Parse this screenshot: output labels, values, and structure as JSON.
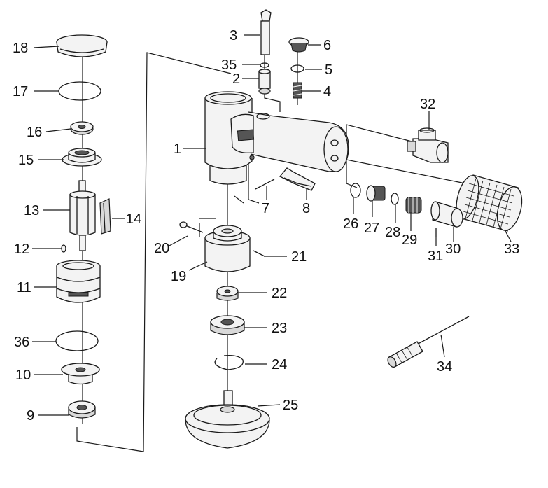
{
  "parts": {
    "p1": "1",
    "p2": "2",
    "p3": "3",
    "p4": "4",
    "p5": "5",
    "p6": "6",
    "p7": "7",
    "p8": "8",
    "p9": "9",
    "p10": "10",
    "p11": "11",
    "p12": "12",
    "p13": "13",
    "p14": "14",
    "p15": "15",
    "p16": "16",
    "p17": "17",
    "p18": "18",
    "p19": "19",
    "p20": "20",
    "p21": "21",
    "p22": "22",
    "p23": "23",
    "p24": "24",
    "p25": "25",
    "p26": "26",
    "p27": "27",
    "p28": "28",
    "p29": "29",
    "p30": "30",
    "p31": "31",
    "p32": "32",
    "p33": "33",
    "p34": "34",
    "p35": "35",
    "p36": "36"
  }
}
